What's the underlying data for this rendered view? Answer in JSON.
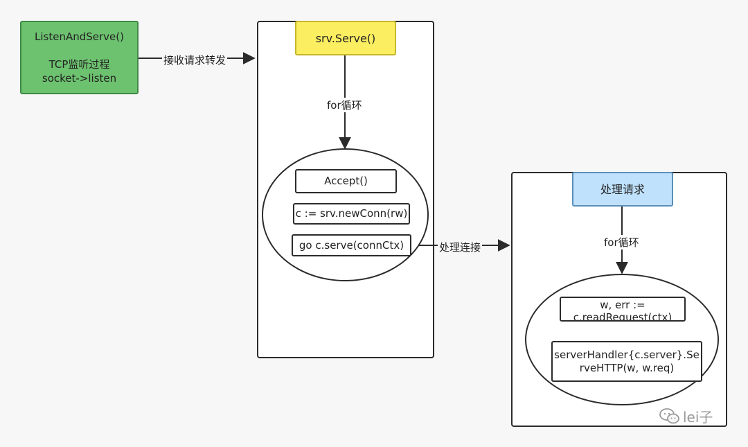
{
  "start_node": {
    "title": "ListenAndServe()",
    "line1": "TCP监听过程",
    "line2": "socket->listen"
  },
  "serve_panel": {
    "header": "srv.Serve()",
    "loop_label": "for循环",
    "steps": [
      "Accept()",
      "c := srv.newConn(rw)",
      "go c.serve(connCtx)"
    ]
  },
  "handle_panel": {
    "header": "处理请求",
    "loop_label": "for循环",
    "steps": [
      "w, err :=\nc.readRequest(ctx)",
      "serverHandler{c.server}.Se\nrveHTTP(w, w.req)"
    ]
  },
  "edges": {
    "receive_forward": "接收请求转发",
    "handle_connection": "处理连接"
  },
  "watermark": {
    "icon": "wechat-icon",
    "text": "lei子"
  },
  "colors": {
    "green": "#6dc26f",
    "yellow": "#fbee60",
    "blue": "#bfe1fb",
    "line": "#2b2b2b"
  }
}
